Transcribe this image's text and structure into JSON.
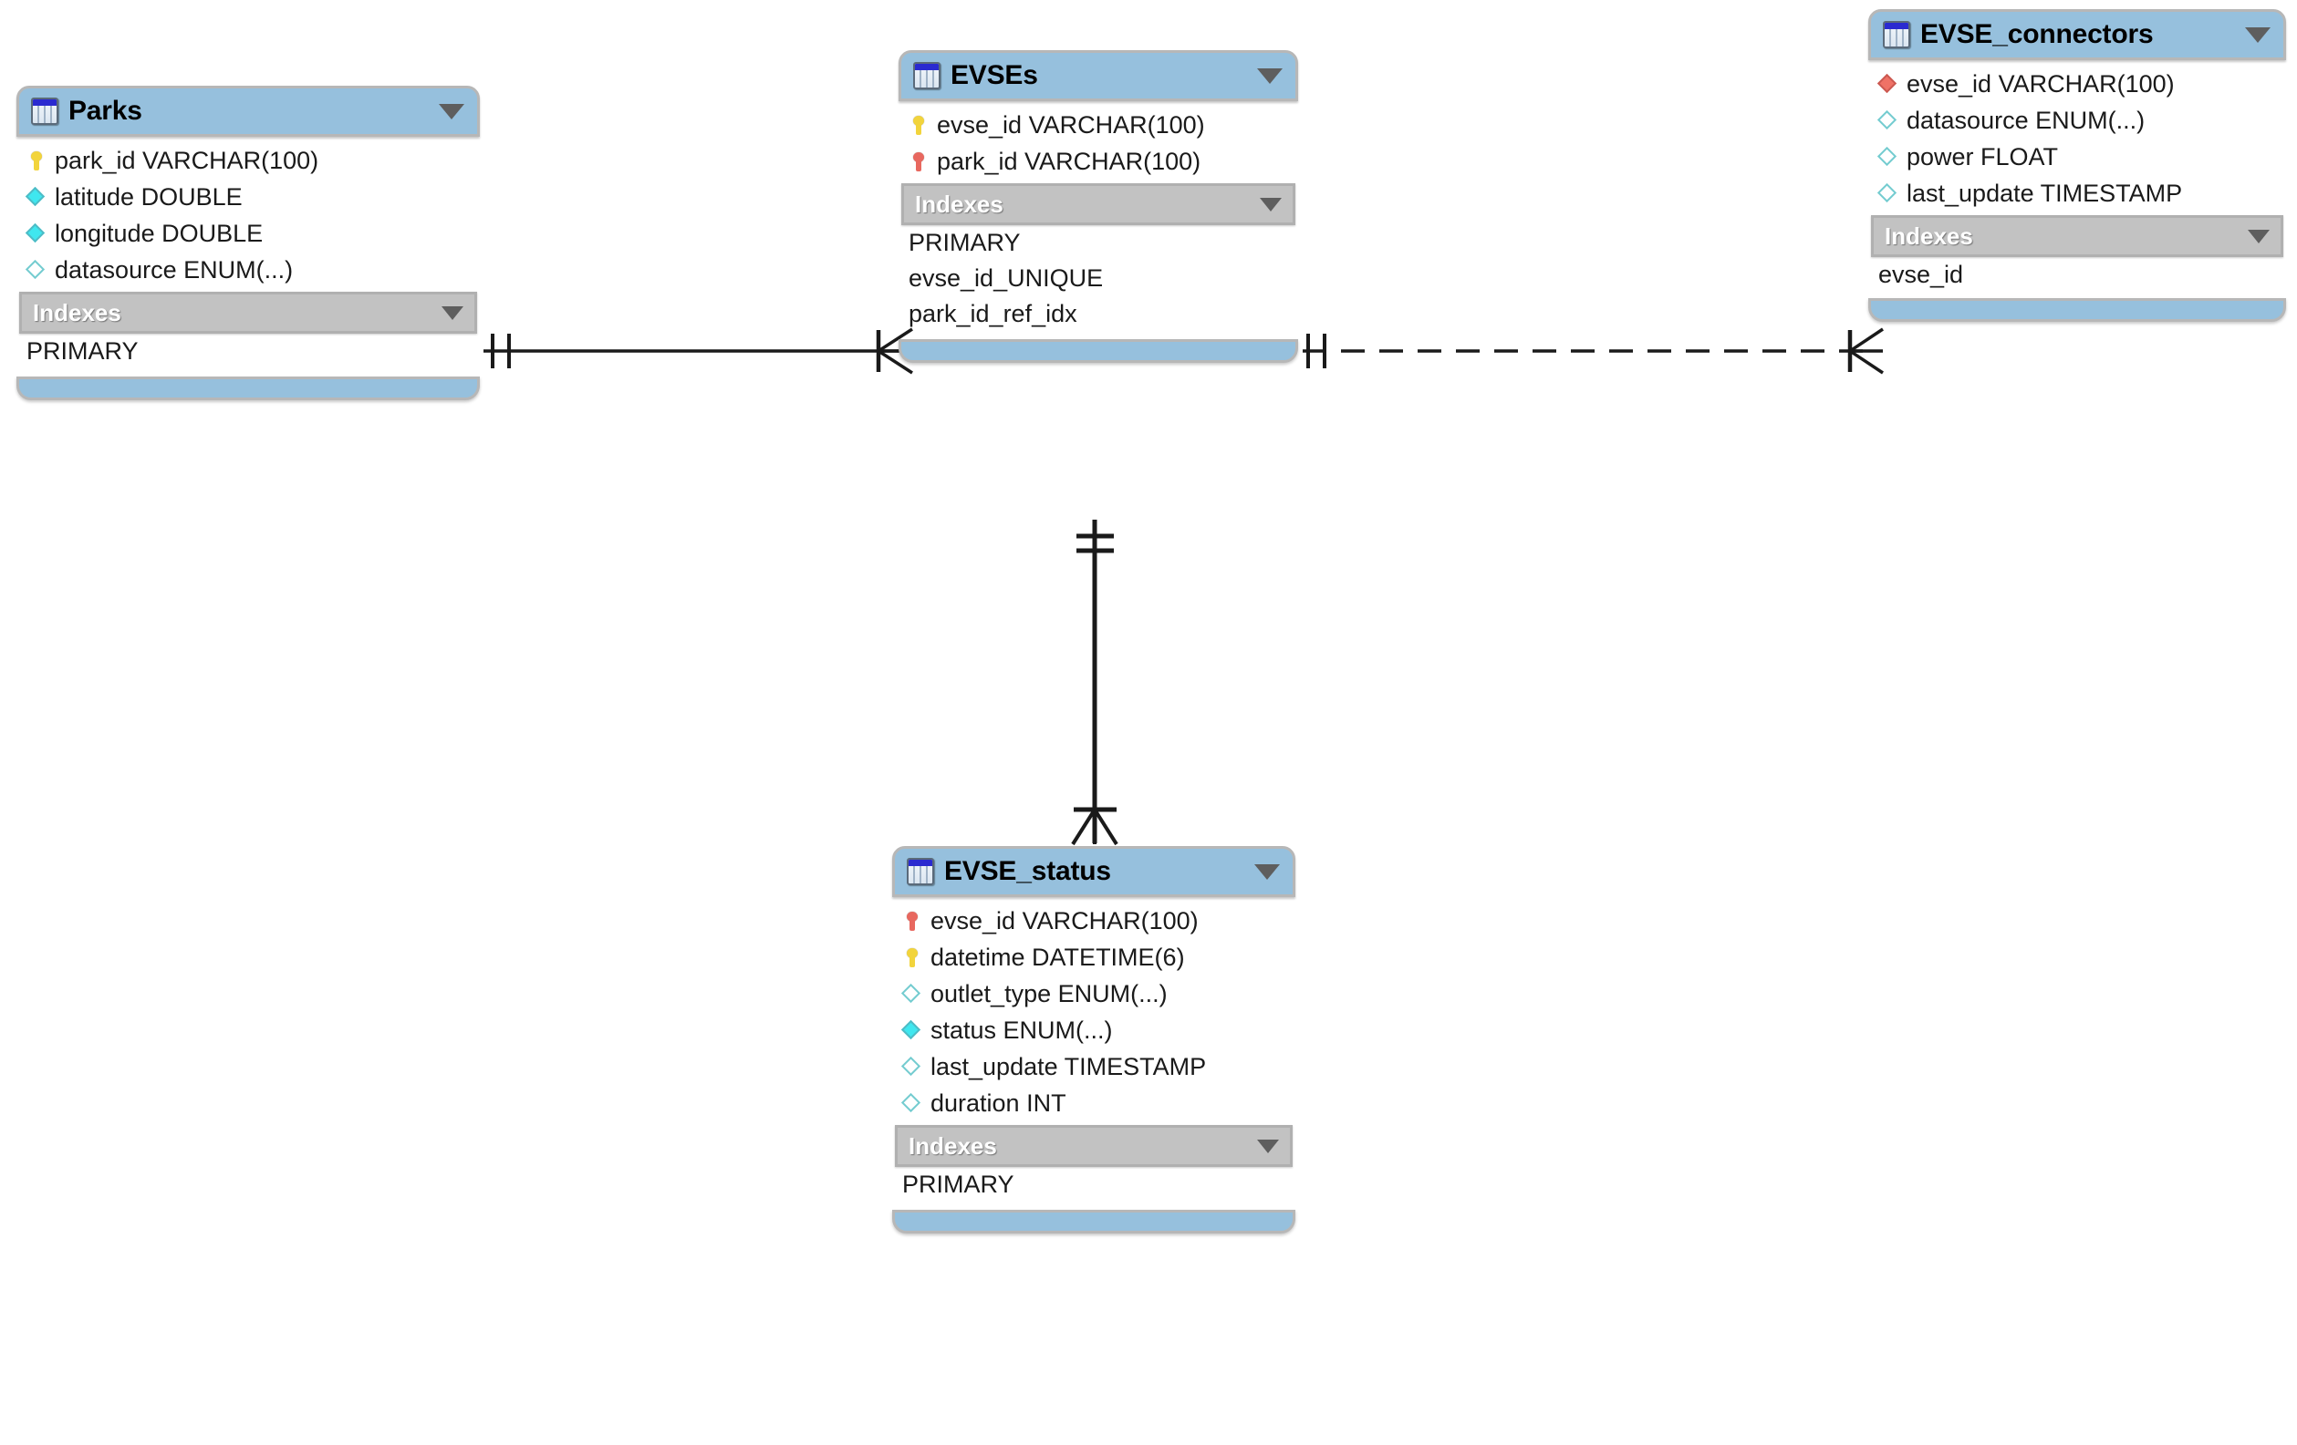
{
  "diagram": {
    "type": "erd",
    "tool_style": "mysql-workbench-eer",
    "background": "#ffffff",
    "accent_header": "#96c0dd",
    "accent_index_bar": "#c2c2c2",
    "pk_color": "#f2d43c",
    "fk_color": "#e8685f",
    "notnull_color": "#3fe7ef",
    "nullable_color": "#ffffff"
  },
  "tables": [
    {
      "name": "Parks",
      "icon": "table-icon",
      "collapse_icon": "chevron-down-icon",
      "columns": [
        {
          "label": "park_id VARCHAR(100)",
          "icon": "key-primary-icon",
          "kind": "pk"
        },
        {
          "label": "latitude DOUBLE",
          "icon": "diamond-filled-icon",
          "kind": "notnull"
        },
        {
          "label": "longitude DOUBLE",
          "icon": "diamond-filled-icon",
          "kind": "notnull"
        },
        {
          "label": "datasource ENUM(...)",
          "icon": "diamond-outline-icon",
          "kind": "nullable"
        }
      ],
      "indexes_label": "Indexes",
      "indexes": [
        "PRIMARY"
      ]
    },
    {
      "name": "EVSEs",
      "icon": "table-icon",
      "collapse_icon": "chevron-down-icon",
      "columns": [
        {
          "label": "evse_id VARCHAR(100)",
          "icon": "key-primary-icon",
          "kind": "pk"
        },
        {
          "label": "park_id VARCHAR(100)",
          "icon": "key-foreign-icon",
          "kind": "fk"
        }
      ],
      "indexes_label": "Indexes",
      "indexes": [
        "PRIMARY",
        "evse_id_UNIQUE",
        "park_id_ref_idx"
      ]
    },
    {
      "name": "EVSE_connectors",
      "icon": "table-icon",
      "collapse_icon": "chevron-down-icon",
      "columns": [
        {
          "label": "evse_id VARCHAR(100)",
          "icon": "diamond-foreign-icon",
          "kind": "fk-diamond"
        },
        {
          "label": "datasource ENUM(...)",
          "icon": "diamond-outline-icon",
          "kind": "nullable"
        },
        {
          "label": "power FLOAT",
          "icon": "diamond-outline-icon",
          "kind": "nullable"
        },
        {
          "label": "last_update TIMESTAMP",
          "icon": "diamond-outline-icon",
          "kind": "nullable"
        }
      ],
      "indexes_label": "Indexes",
      "indexes": [
        "evse_id"
      ]
    },
    {
      "name": "EVSE_status",
      "icon": "table-icon",
      "collapse_icon": "chevron-down-icon",
      "columns": [
        {
          "label": "evse_id VARCHAR(100)",
          "icon": "key-foreign-icon",
          "kind": "fk"
        },
        {
          "label": "datetime DATETIME(6)",
          "icon": "key-primary-icon",
          "kind": "pk"
        },
        {
          "label": "outlet_type ENUM(...)",
          "icon": "diamond-outline-icon",
          "kind": "nullable"
        },
        {
          "label": "status ENUM(...)",
          "icon": "diamond-filled-icon",
          "kind": "notnull"
        },
        {
          "label": "last_update TIMESTAMP",
          "icon": "diamond-outline-icon",
          "kind": "nullable"
        },
        {
          "label": "duration INT",
          "icon": "diamond-outline-icon",
          "kind": "nullable"
        }
      ],
      "indexes_label": "Indexes",
      "indexes": [
        "PRIMARY"
      ]
    }
  ],
  "relationships": [
    {
      "id": "parks-to-evses",
      "from": "Parks",
      "to": "EVSEs",
      "line": "solid",
      "from_cardinality": "one-and-only-one",
      "to_cardinality": "zero-or-many"
    },
    {
      "id": "evses-to-evse-connectors",
      "from": "EVSEs",
      "to": "EVSE_connectors",
      "line": "dashed",
      "from_cardinality": "one-and-only-one",
      "to_cardinality": "zero-or-many"
    },
    {
      "id": "evses-to-evse-status",
      "from": "EVSEs",
      "to": "EVSE_status",
      "line": "solid",
      "from_cardinality": "one-and-only-one",
      "to_cardinality": "zero-or-many"
    }
  ]
}
